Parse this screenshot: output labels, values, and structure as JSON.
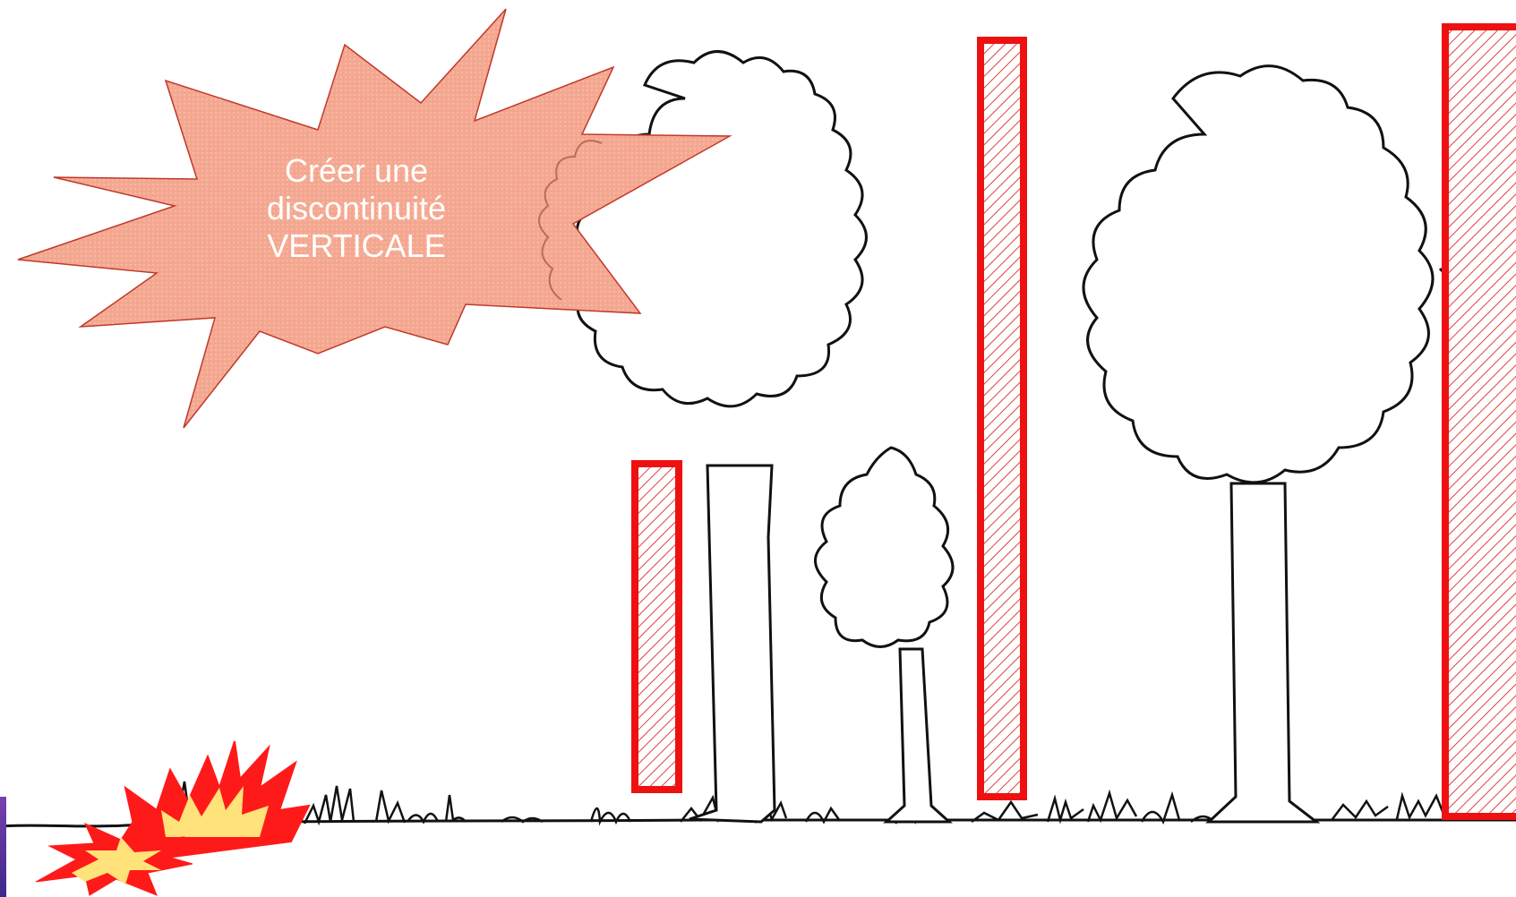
{
  "callout": {
    "lines": [
      "Créer une",
      "discontinuité",
      "VERTICALE"
    ]
  },
  "colors": {
    "callout_fill": "#f4a790",
    "callout_stroke": "#c0392b",
    "zone_stroke": "#ee1111",
    "zone_hatch": "#e04040",
    "fire_outer": "#ff1a1a",
    "fire_inner": "#ffe27a",
    "tree_line": "#111111",
    "slide_accent": "#5a35a0"
  },
  "icons": {
    "fire": "fire-icon",
    "trees": "tree-drawing",
    "grass": "grass-drawing"
  }
}
